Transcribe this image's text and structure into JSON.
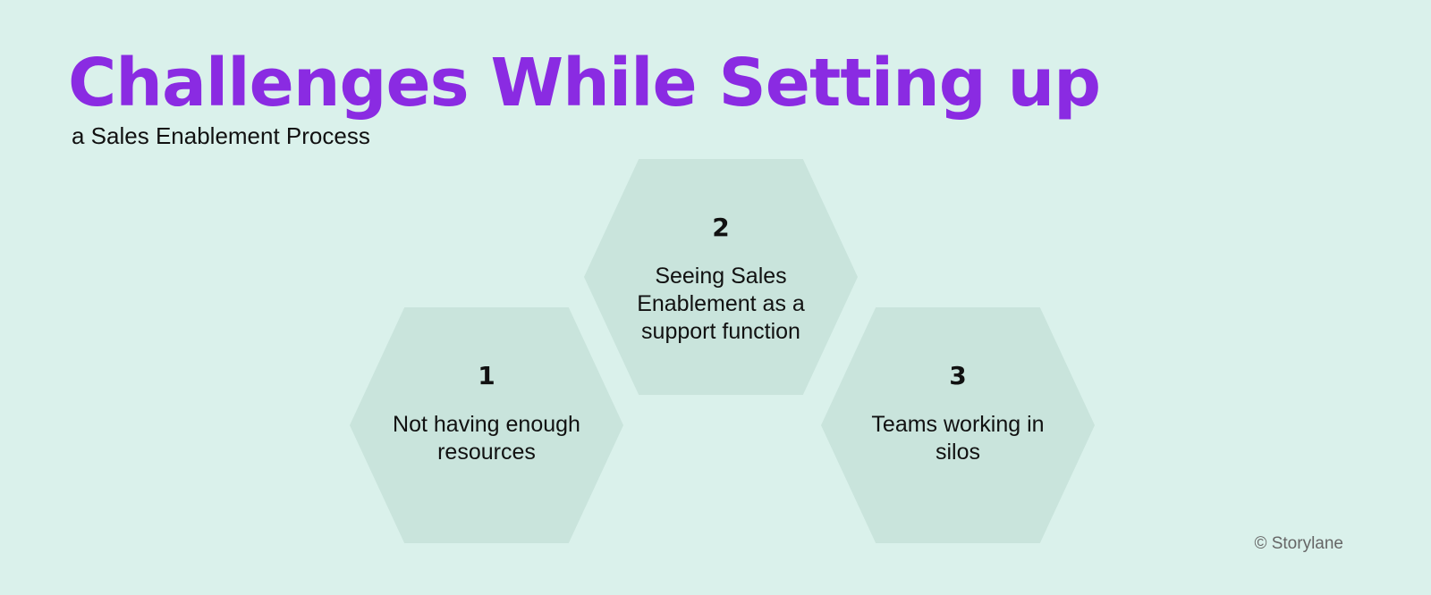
{
  "title": "Challenges While Setting up",
  "subtitle": "a Sales Enablement Process",
  "challenges": [
    {
      "number": "1",
      "text": "Not having enough resources"
    },
    {
      "number": "2",
      "text": "Seeing Sales Enablement as a support function"
    },
    {
      "number": "3",
      "text": "Teams working in silos"
    }
  ],
  "copyright": "© Storylane",
  "colors": {
    "background": "#daf1eb",
    "title": "#8a2be2",
    "hexagon_fill": "#c9e4dc",
    "body_text": "#111111",
    "copyright_text": "#666666"
  }
}
